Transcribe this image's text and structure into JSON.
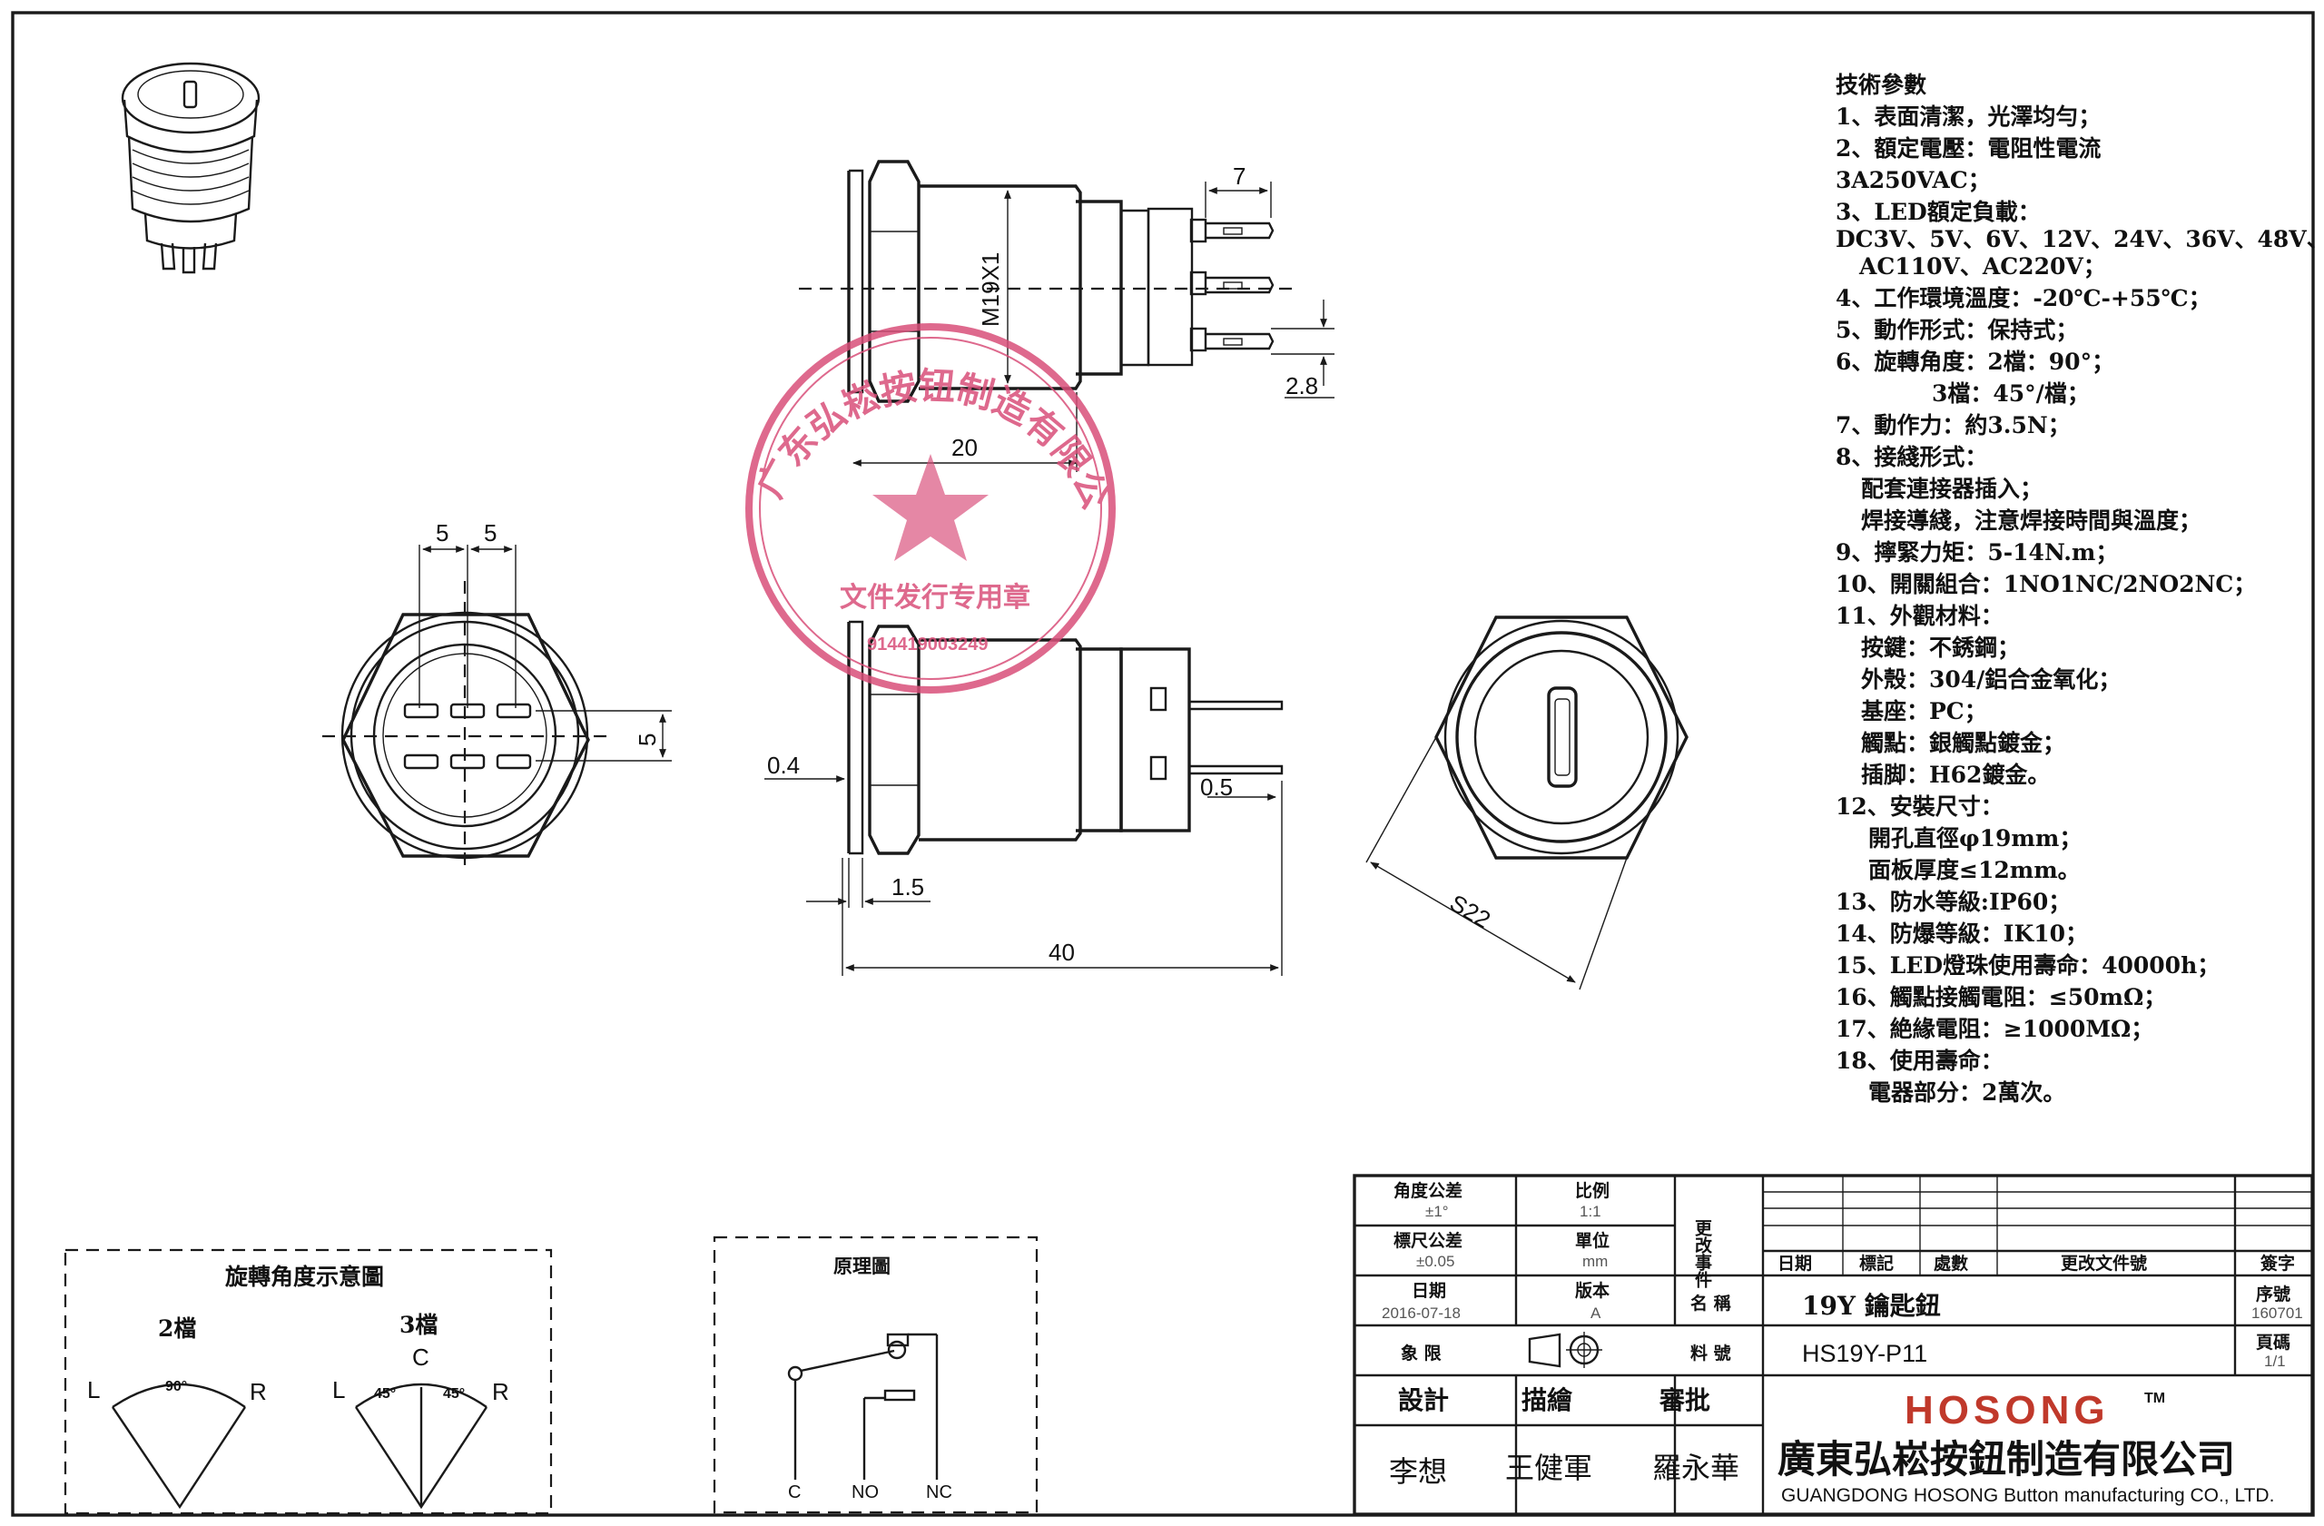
{
  "specs": {
    "title": "技術參數",
    "lines": [
      "1、表面清潔，光澤均勻；",
      "2、額定電壓：電阻性電流",
      "3A250VAC；",
      "3、LED額定負載：",
      "DC3V、5V、6V、12V、24V、36V、48V、",
      "AC110V、AC220V；",
      "4、工作環境溫度：-20℃-+55℃；",
      "5、動作形式：保持式；",
      "6、旋轉角度：2檔：90°；",
      "3檔：45°/檔；",
      "7、動作力：約3.5N；",
      "8、接綫形式：",
      "配套連接器插入；",
      "焊接導綫，注意焊接時間與溫度；",
      "9、擰緊力矩：5-14N.m；",
      "10、開關組合：1NO1NC/2NO2NC；",
      "11、外觀材料：",
      "按鍵：不銹鋼；",
      "外殼：304/鋁合金氧化；",
      "基座：PC；",
      "觸點：銀觸點鍍金；",
      "插脚：H62鍍金。",
      "12、安裝尺寸：",
      "開孔直徑φ19mm；",
      "面板厚度≤12mm。",
      "13、防水等級:IP60；",
      "14、防爆等級：IK10；",
      "15、LED燈珠使用壽命：40000h；",
      "16、觸點接觸電阻：≤50mΩ；",
      "17、絶緣電阻：≥1000MΩ；",
      "18、使用壽命：",
      "電器部分：2萬次。"
    ]
  },
  "dims": {
    "d7": "7",
    "m19": "M19X1",
    "d28": "2.8",
    "d20": "20",
    "d5a": "5",
    "d5b": "5",
    "d5c": "5",
    "d04": "0.4",
    "d05": "0.5",
    "d15": "1.5",
    "d40": "40",
    "s22": "S22"
  },
  "rotation": {
    "title": "旋轉角度示意圖",
    "two_pos": "2檔",
    "three_pos": "3檔",
    "L": "L",
    "R": "R",
    "C": "C",
    "deg90": "90°",
    "deg45": "45°"
  },
  "schematic": {
    "title": "原理圖",
    "c": "C",
    "no": "NO",
    "nc": "NC"
  },
  "stamp": {
    "company_ring": "广东弘崧按钮制造有限公司",
    "center_text": "文件发行专用章",
    "number": "914419003249"
  },
  "title_block": {
    "angle_tol_label": "角度公差",
    "angle_tol": "±1°",
    "ratio_label": "比例",
    "ratio": "1:1",
    "size_tol_label": "標尺公差",
    "size_tol": "±0.05",
    "unit_label": "單位",
    "unit": "mm",
    "date_label": "日期",
    "date": "2016-07-18",
    "version_label": "版本",
    "version": "A",
    "change_label": "更改事件",
    "projection_label": "象 限",
    "name_label": "名 稱",
    "name": "19Y 鑰匙鈕",
    "part_label": "料 號",
    "part": "HS19Y-P11",
    "col_date": "日期",
    "col_mark": "標記",
    "col_qty": "處數",
    "col_doc": "更改文件號",
    "col_sign": "簽字",
    "serial_label": "序號",
    "serial": "160701",
    "page_label": "頁碼",
    "page": "1/1",
    "design_label": "設計",
    "drawn_label": "描繪",
    "review_label": "審批",
    "designer": "李想",
    "drawer": "王健軍",
    "reviewer": "羅永華",
    "brand": "HOSONG",
    "tm": "TM",
    "company_cn": "廣東弘崧按鈕制造有限公司",
    "company_en": "GUANGDONG HOSONG Button manufacturing CO., LTD."
  }
}
